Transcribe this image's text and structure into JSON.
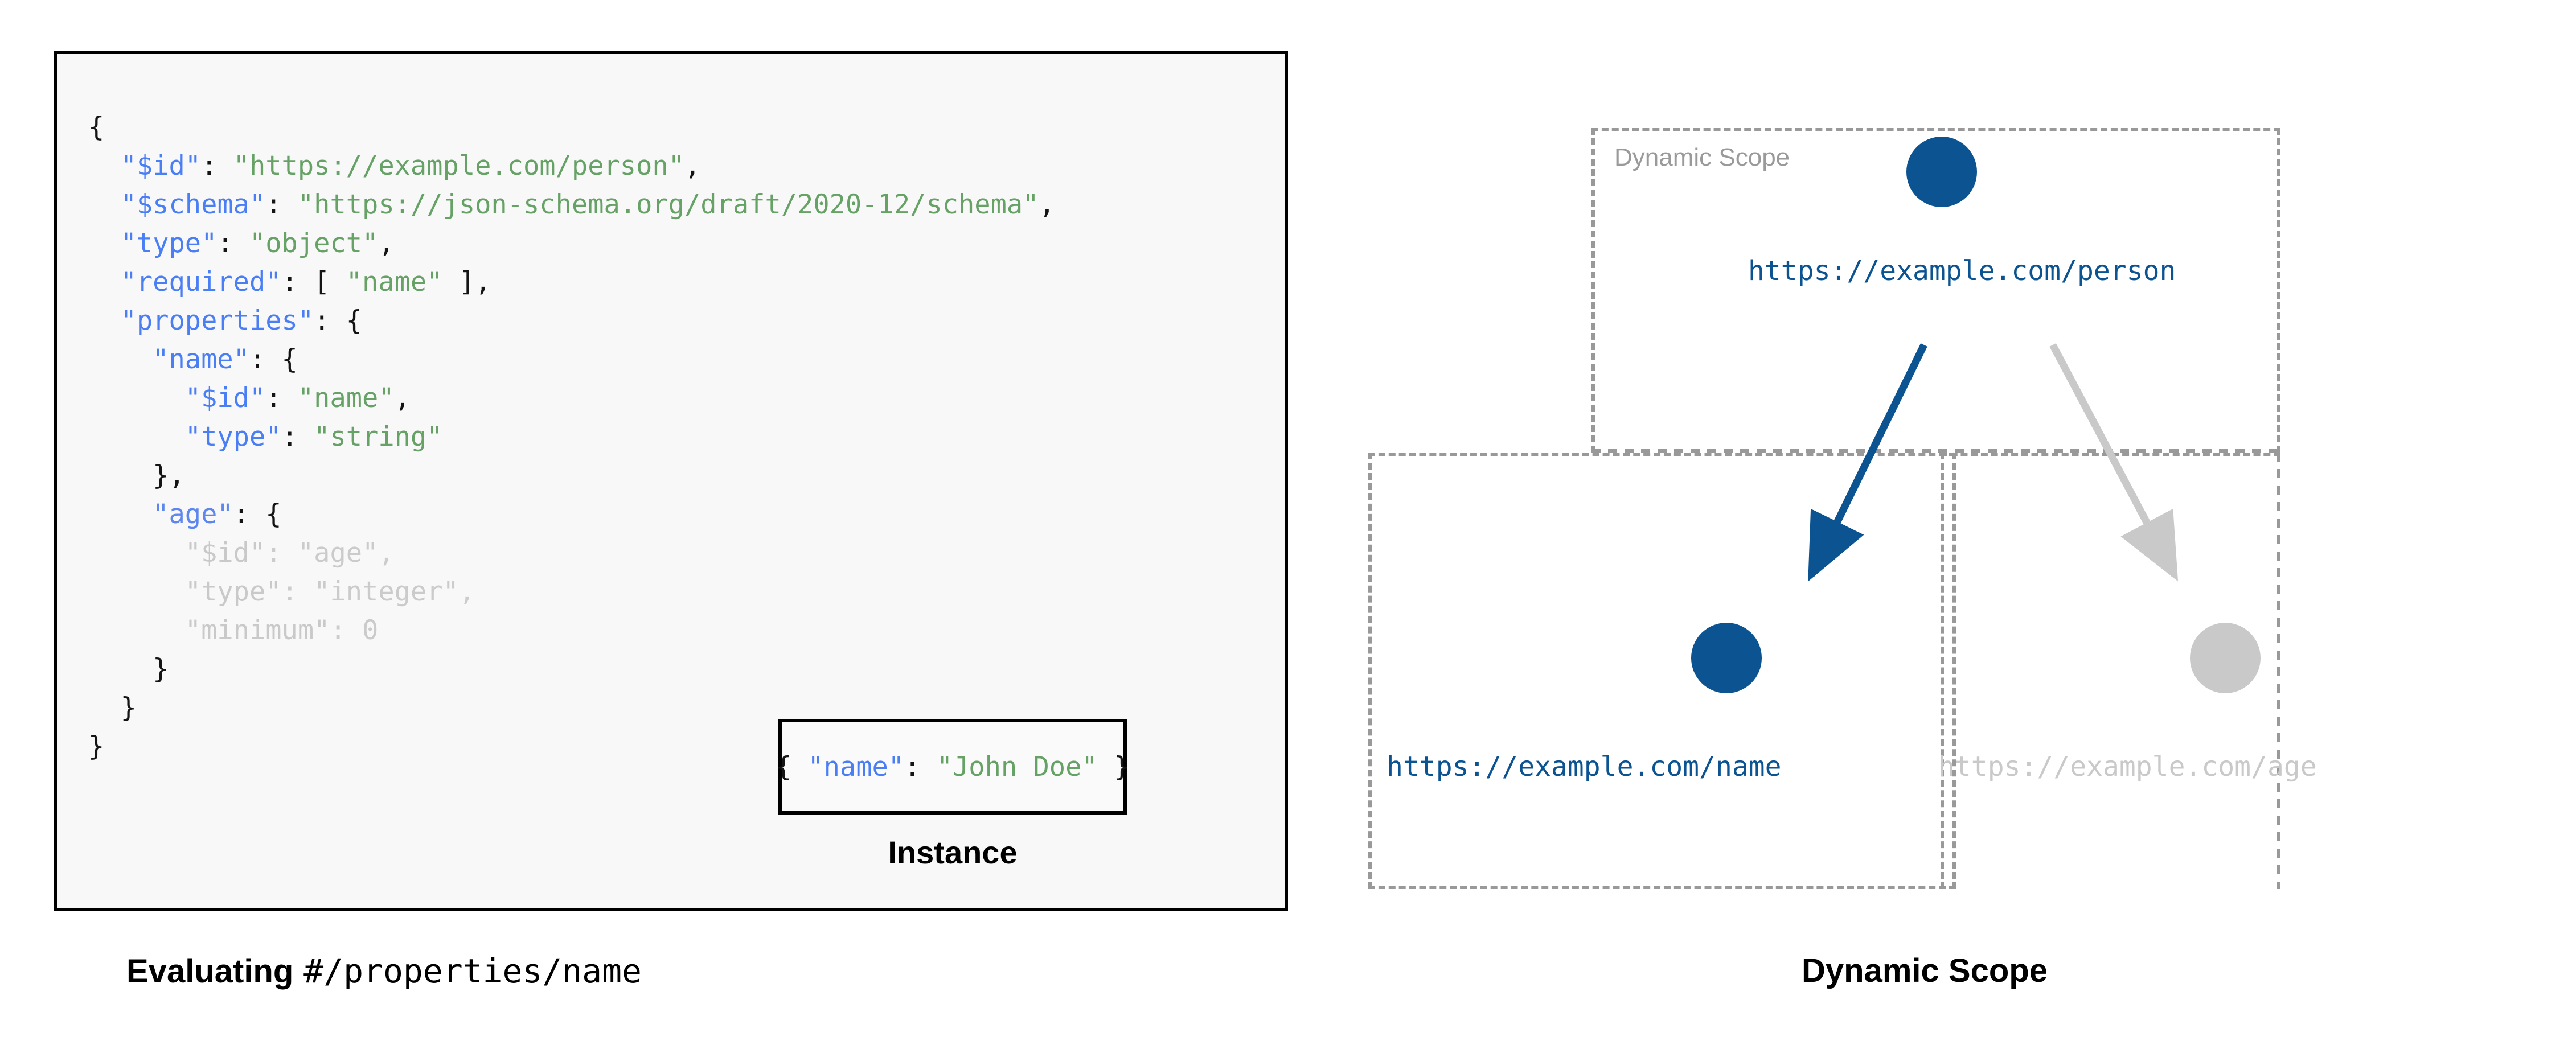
{
  "schema_panel": {
    "code_lines": [
      [
        {
          "t": "{",
          "c": "p"
        }
      ],
      [
        {
          "t": "  ",
          "c": "p"
        },
        {
          "t": "\"$id\"",
          "c": "k"
        },
        {
          "t": ": ",
          "c": "p"
        },
        {
          "t": "\"https://example.com/person\"",
          "c": "s"
        },
        {
          "t": ",",
          "c": "p"
        }
      ],
      [
        {
          "t": "  ",
          "c": "p"
        },
        {
          "t": "\"$schema\"",
          "c": "k"
        },
        {
          "t": ": ",
          "c": "p"
        },
        {
          "t": "\"https://json-schema.org/draft/2020-12/schema\"",
          "c": "s"
        },
        {
          "t": ",",
          "c": "p"
        }
      ],
      [
        {
          "t": "  ",
          "c": "p"
        },
        {
          "t": "\"type\"",
          "c": "k"
        },
        {
          "t": ": ",
          "c": "p"
        },
        {
          "t": "\"object\"",
          "c": "s"
        },
        {
          "t": ",",
          "c": "p"
        }
      ],
      [
        {
          "t": "  ",
          "c": "p"
        },
        {
          "t": "\"required\"",
          "c": "k"
        },
        {
          "t": ": [ ",
          "c": "p"
        },
        {
          "t": "\"name\"",
          "c": "s"
        },
        {
          "t": " ],",
          "c": "p"
        }
      ],
      [
        {
          "t": "  ",
          "c": "p"
        },
        {
          "t": "\"properties\"",
          "c": "k"
        },
        {
          "t": ": {",
          "c": "p"
        }
      ],
      [
        {
          "t": "    ",
          "c": "p"
        },
        {
          "t": "\"name\"",
          "c": "k"
        },
        {
          "t": ": {",
          "c": "p"
        }
      ],
      [
        {
          "t": "      ",
          "c": "p"
        },
        {
          "t": "\"$id\"",
          "c": "k"
        },
        {
          "t": ": ",
          "c": "p"
        },
        {
          "t": "\"name\"",
          "c": "s"
        },
        {
          "t": ",",
          "c": "p"
        }
      ],
      [
        {
          "t": "      ",
          "c": "p"
        },
        {
          "t": "\"type\"",
          "c": "k"
        },
        {
          "t": ": ",
          "c": "p"
        },
        {
          "t": "\"string\"",
          "c": "s"
        }
      ],
      [
        {
          "t": "    },",
          "c": "p"
        }
      ],
      [
        {
          "t": "    ",
          "c": "p"
        },
        {
          "t": "\"age\"",
          "c": "k-soft"
        },
        {
          "t": ": {",
          "c": "p"
        }
      ],
      [
        {
          "t": "      ",
          "c": "p"
        },
        {
          "t": "\"$id\"",
          "c": "dim-k"
        },
        {
          "t": ": ",
          "c": "dim-p"
        },
        {
          "t": "\"age\"",
          "c": "dim-s"
        },
        {
          "t": ",",
          "c": "dim-p"
        }
      ],
      [
        {
          "t": "      ",
          "c": "p"
        },
        {
          "t": "\"type\"",
          "c": "dim-k"
        },
        {
          "t": ": ",
          "c": "dim-p"
        },
        {
          "t": "\"integer\"",
          "c": "dim-s"
        },
        {
          "t": ",",
          "c": "dim-p"
        }
      ],
      [
        {
          "t": "      ",
          "c": "p"
        },
        {
          "t": "\"minimum\"",
          "c": "dim-k"
        },
        {
          "t": ": ",
          "c": "dim-p"
        },
        {
          "t": "0",
          "c": "dim-s"
        }
      ],
      [
        {
          "t": "    }",
          "c": "p"
        }
      ],
      [
        {
          "t": "  }",
          "c": "p"
        }
      ],
      [
        {
          "t": "}",
          "c": "p"
        }
      ]
    ]
  },
  "instance": {
    "code_segments": [
      {
        "t": "{ ",
        "c": "p"
      },
      {
        "t": "\"name\"",
        "c": "k"
      },
      {
        "t": ": ",
        "c": "p"
      },
      {
        "t": "\"John Doe\"",
        "c": "s"
      },
      {
        "t": " }",
        "c": "p"
      }
    ],
    "caption": "Instance"
  },
  "left_caption": {
    "bold_text": "Evaluating",
    "mono_text": "#/properties/name"
  },
  "diagram": {
    "scope_label": "Dynamic Scope",
    "bottom_caption": "Dynamic Scope",
    "nodes": [
      {
        "id": "person",
        "label": "https://example.com/person",
        "state": "active"
      },
      {
        "id": "name",
        "label": "https://example.com/name",
        "state": "active"
      },
      {
        "id": "age",
        "label": "https://example.com/age",
        "state": "inactive"
      }
    ],
    "edges": [
      {
        "from": "person",
        "to": "name",
        "state": "active"
      },
      {
        "from": "person",
        "to": "age",
        "state": "inactive"
      }
    ]
  },
  "colors": {
    "accent_blue": "#0B5391",
    "muted_grey": "#c9c9c9",
    "dash_grey": "#999999",
    "json_key": "#4a7ef5",
    "json_string": "#66a266",
    "panel_bg": "#f8f8f8"
  }
}
